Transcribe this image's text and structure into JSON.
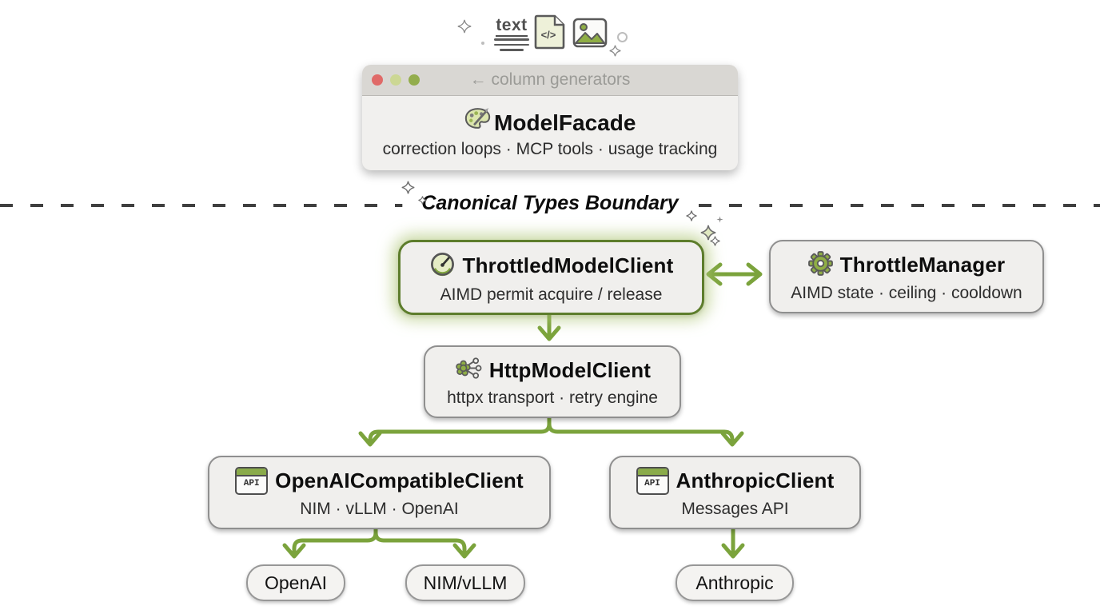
{
  "top_icons": {
    "text_label": "text",
    "code_label": "</>"
  },
  "window": {
    "titlebar": "← column generators",
    "title": "ModelFacade",
    "subtitle": "correction loops · MCP tools · usage tracking"
  },
  "boundary": {
    "label": "Canonical Types Boundary"
  },
  "nodes": {
    "throttled": {
      "title": "ThrottledModelClient",
      "subtitle": "AIMD permit acquire / release"
    },
    "manager": {
      "title": "ThrottleManager",
      "subtitle": "AIMD state · ceiling · cooldown"
    },
    "http": {
      "title": "HttpModelClient",
      "subtitle": "httpx transport · retry engine"
    },
    "openai_compat": {
      "title": "OpenAICompatibleClient",
      "subtitle": "NIM · vLLM · OpenAI"
    },
    "anthropic": {
      "title": "AnthropicClient",
      "subtitle": "Messages API"
    }
  },
  "leaves": {
    "openai": "OpenAI",
    "nim_vllm": "NIM/vLLM",
    "anthropic": "Anthropic"
  },
  "icon_labels": {
    "api": "API"
  },
  "colors": {
    "accent_green": "#7ba33c",
    "highlight_border": "#5d7d2c",
    "icon_green": "#8fae45",
    "box_border": "#8f8f8f",
    "box_fill": "#f0efed",
    "dash": "#3f3f3f",
    "traffic_red": "#e06a68",
    "traffic_yellow": "#ccd794",
    "traffic_green": "#93ad4c"
  }
}
